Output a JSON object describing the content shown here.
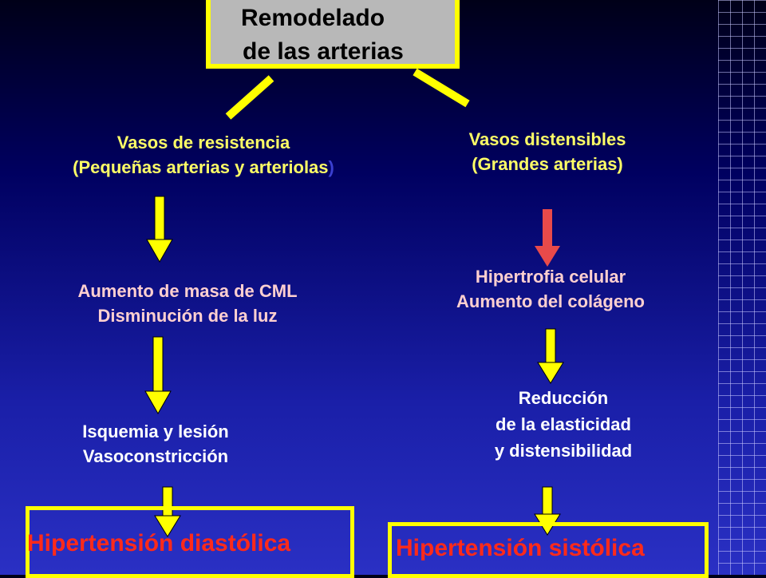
{
  "title": {
    "line1": "Remodelado",
    "line2": "de las arterias"
  },
  "left": {
    "header_line1": "Vasos de resistencia",
    "header_line2": "(Pequeñas arterias y arteriolas",
    "header_paren": ")",
    "step1_line1": "Aumento de masa de CML",
    "step1_line2": "Disminución de la luz",
    "step2_line1": "Isquemia y lesión",
    "step2_line2": "Vasoconstricción",
    "result": "Hipertensión diastólica"
  },
  "right": {
    "header_line1": "Vasos distensibles",
    "header_line2": "(Grandes arterias)",
    "step1_line1": "Hipertrofia celular",
    "step1_line2": "Aumento del colágeno",
    "step2_line1": "Reducción",
    "step2_line2": "de la elasticidad",
    "step2_line3": "y distensibilidad",
    "result": "Hipertensión sistólica"
  },
  "colors": {
    "arrow_yellow": "#ffff00",
    "arrow_red": "#e84a4a",
    "connector": "#ffff00"
  }
}
